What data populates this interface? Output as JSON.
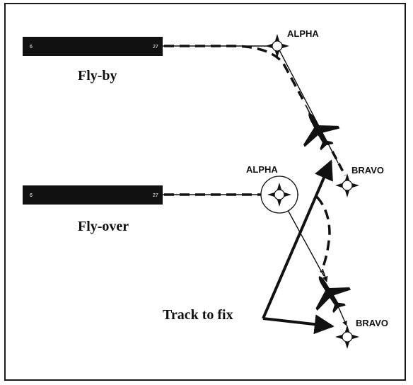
{
  "labels": {
    "flyby": "Fly-by",
    "flyover": "Fly-over",
    "track_to_fix": "Track to fix"
  },
  "waypoints": {
    "top_alpha": "ALPHA",
    "top_bravo": "BRAVO",
    "bottom_alpha": "ALPHA",
    "bottom_bravo": "BRAVO"
  },
  "runways": {
    "top": {
      "left_number": "6",
      "right_number": "27"
    },
    "bottom": {
      "left_number": "6",
      "right_number": "27"
    }
  },
  "colors": {
    "ink": "#111111",
    "runway": "#111111"
  },
  "icons": [
    "fly-by-waypoint-icon",
    "fly-over-waypoint-icon",
    "aircraft-icon"
  ]
}
